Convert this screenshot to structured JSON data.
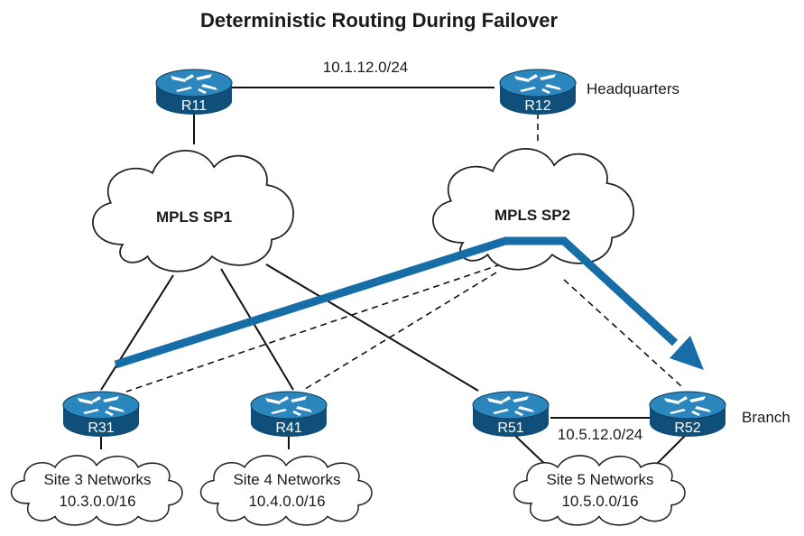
{
  "title": "Deterministic Routing During Failover",
  "links": {
    "hq_link": "10.1.12.0/24",
    "branch_link": "10.5.12.0/24"
  },
  "labels": {
    "headquarters": "Headquarters",
    "branch": "Branch"
  },
  "clouds": {
    "sp1": "MPLS SP1",
    "sp2": "MPLS SP2"
  },
  "routers": {
    "r11": "R11",
    "r12": "R12",
    "r31": "R31",
    "r41": "R41",
    "r51": "R51",
    "r52": "R52"
  },
  "sites": {
    "site3": {
      "name": "Site 3 Networks",
      "prefix": "10.3.0.0/16"
    },
    "site4": {
      "name": "Site 4 Networks",
      "prefix": "10.4.0.0/16"
    },
    "site5": {
      "name": "Site 5 Networks",
      "prefix": "10.5.0.0/16"
    }
  },
  "colors": {
    "router_top": "#1f74a8",
    "router_side": "#0f4f7a",
    "path": "#176ea6"
  }
}
